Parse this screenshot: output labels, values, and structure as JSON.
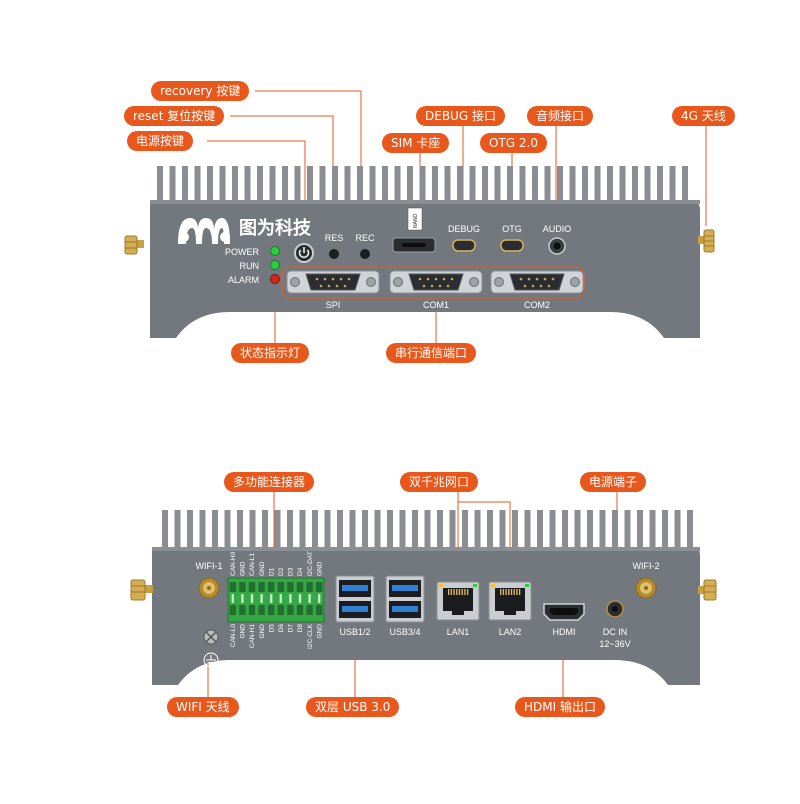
{
  "front_panel": {
    "brand": "图为科技",
    "leds": [
      "POWER",
      "RUN",
      "ALARM"
    ],
    "button_labels": [
      "RES",
      "REC"
    ],
    "sim_slot_label": "NANO",
    "port_labels": [
      "DEBUG",
      "OTG",
      "AUDIO"
    ],
    "serial_labels": [
      "SPI",
      "COM1",
      "COM2"
    ]
  },
  "rear_panel": {
    "wifi_labels": [
      "WIFI-1",
      "WIFI-2"
    ],
    "terminal_top_pins": [
      "CAN-H0",
      "GND",
      "CAN-L1",
      "GND",
      "D1",
      "D2",
      "D3",
      "D4",
      "I2C-DAT",
      "GND"
    ],
    "terminal_bottom_pins": [
      "CAN-L0",
      "GND",
      "CAN-H1",
      "GND",
      "D5",
      "D6",
      "D7",
      "D8",
      "I2C-CLK",
      "GND"
    ],
    "port_labels": [
      "USB1/2",
      "USB3/4",
      "LAN1",
      "LAN2",
      "HDMI"
    ],
    "dc_label_line1": "DC IN",
    "dc_label_line2": "12~36V"
  },
  "callouts": {
    "recovery": "recovery 按键",
    "reset": "reset 复位按键",
    "power_button": "电源按键",
    "debug": "DEBUG 接口",
    "sim": "SIM 卡座",
    "otg": "OTG 2.0",
    "audio": "音频接口",
    "antenna_4g": "4G 天线",
    "status_led": "状态指示灯",
    "serial": "串行通信端口",
    "multi_connector": "多功能连接器",
    "gigabit_lan": "双千兆网口",
    "power_terminal": "电源端子",
    "wifi_antenna": "WIFI 天线",
    "usb30": "双层 USB 3.0",
    "hdmi_out": "HDMI 输出口"
  },
  "colors": {
    "accent": "#e8581c",
    "chassis": "#73787e",
    "led_green": "#2ecc40",
    "led_red": "#d8281e",
    "terminal": "#35a845",
    "usb_blue": "#2f7fd2"
  }
}
